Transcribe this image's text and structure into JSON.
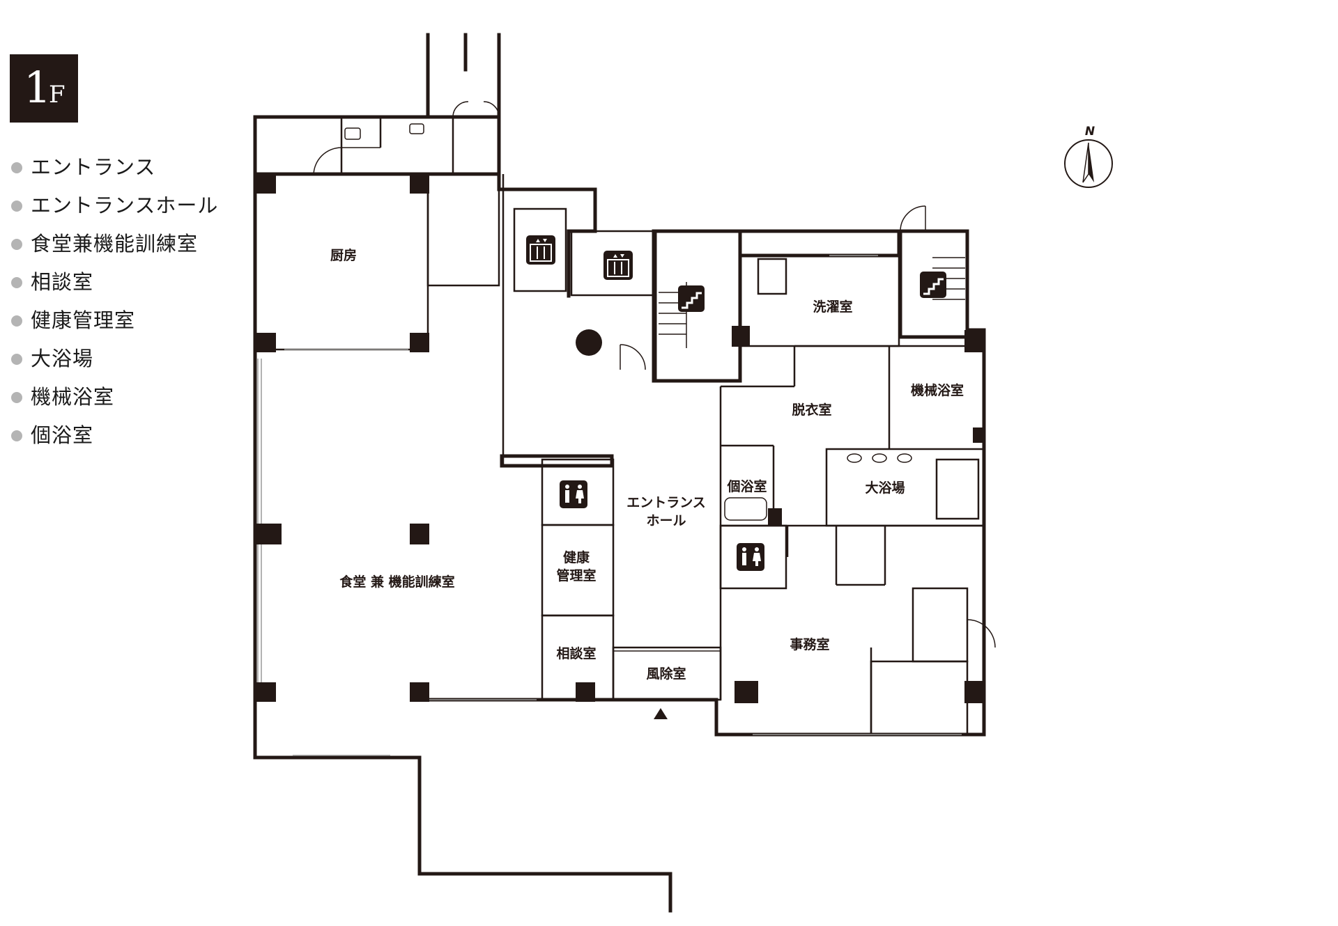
{
  "floor": {
    "number": "1",
    "unit": "F"
  },
  "legend": {
    "items": [
      "エントランス",
      "エントランスホール",
      "食堂兼機能訓練室",
      "相談室",
      "健康管理室",
      "大浴場",
      "機械浴室",
      "個浴室"
    ]
  },
  "rooms": {
    "kitchen": "厨房",
    "dining": "食堂 兼 機能訓練室",
    "laundry": "洗濯室",
    "dressing": "脱衣室",
    "machine_bath": "機械浴室",
    "private_bath": "個浴室",
    "large_bath": "大浴場",
    "entrance_hall_1": "エントランス",
    "entrance_hall_2": "ホール",
    "health_1": "健康",
    "health_2": "管理室",
    "consultation": "相談室",
    "windbreak": "風除室",
    "office": "事務室"
  },
  "compass": {
    "label": "N"
  },
  "icons": {
    "elevator": "elevator-icon",
    "stairs": "stairs-icon",
    "restroom": "restroom-icon",
    "entrance_arrow": "entrance-arrow-icon",
    "north": "north-arrow-icon"
  },
  "colors": {
    "wall": "#231815",
    "legend_dot": "#b4b4b4",
    "badge_bg": "#231815"
  }
}
